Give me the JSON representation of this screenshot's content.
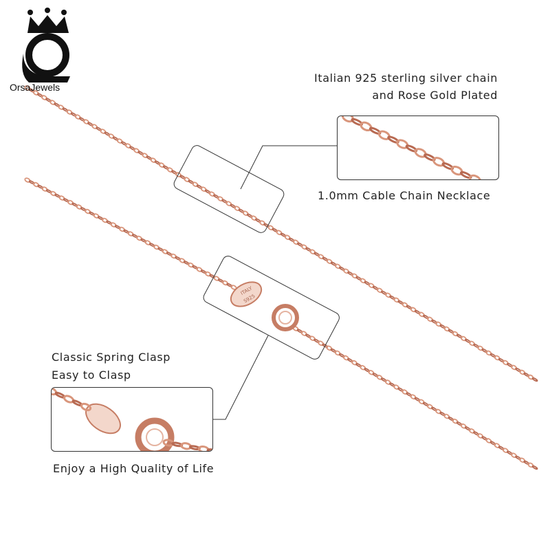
{
  "brand": {
    "name": "OrsaJewels",
    "logo_icon": "crown-o-logo-icon"
  },
  "callouts": {
    "material_line1": "Italian 925 sterling silver chain",
    "material_line2": "and Rose Gold Plated",
    "chain_type": "1.0mm Cable Chain Necklace",
    "clasp_line1": "Classic Spring Clasp",
    "clasp_line2": "Easy to Clasp",
    "quality": "Enjoy a High Quality of Life"
  },
  "clasp_tag": {
    "top": "ITALY",
    "bottom": "S925"
  },
  "colors": {
    "chain": "#d9967c",
    "chain_dark": "#b86a52",
    "outline": "#333333",
    "text": "#222222"
  }
}
